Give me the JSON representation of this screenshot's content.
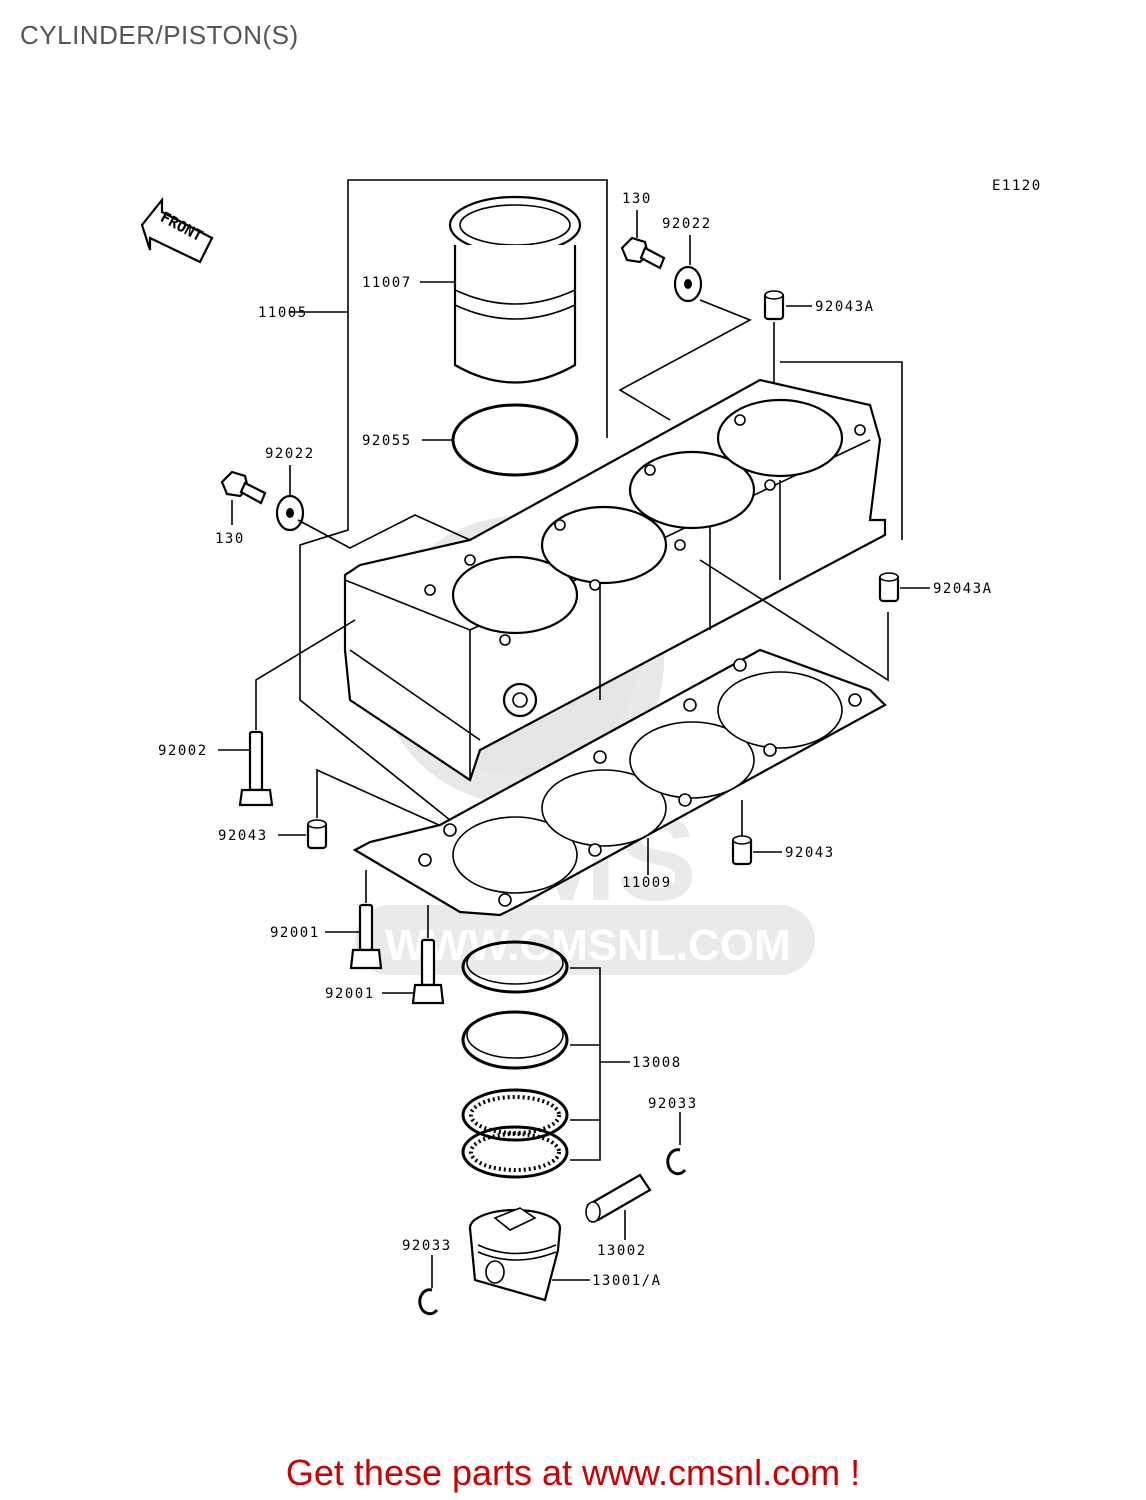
{
  "page": {
    "title": "CYLINDER/PISTON(S)"
  },
  "diagram": {
    "code": "E1120",
    "front_label": "FRONT",
    "watermark": "CMS WWW.CMSNL.COM",
    "labels": {
      "p130_top": "130",
      "p92022_top": "92022",
      "p92043A_top": "92043A",
      "p11007": "11007",
      "p11005": "11005",
      "p92055": "92055",
      "p92022_left": "92022",
      "p130_left": "130",
      "p92043A_right": "92043A",
      "p92002": "92002",
      "p92043_left": "92043",
      "p92043_right": "92043",
      "p11009": "11009",
      "p92001_a": "92001",
      "p92001_b": "92001",
      "p13008": "13008",
      "p92033_right": "92033",
      "p13002": "13002",
      "p92033_left": "92033",
      "p13001A": "13001/A"
    }
  },
  "footer": {
    "cta": "Get these parts at www.cmsnl.com !"
  },
  "colors": {
    "cta": "#cc0000",
    "title": "#555555"
  }
}
